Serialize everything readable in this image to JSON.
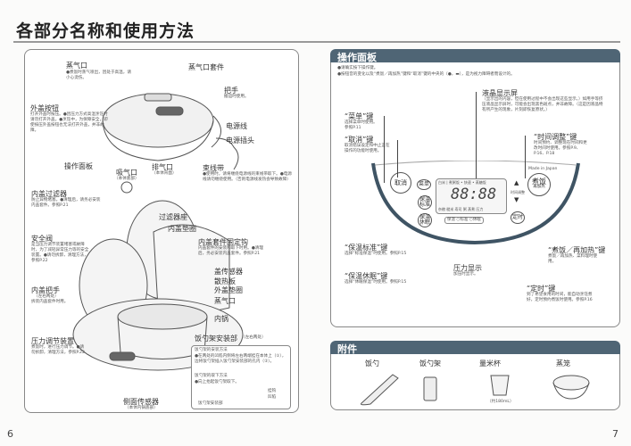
{
  "title": "各部分名称和使用方法",
  "page_left": "6",
  "page_right": "7",
  "left": {
    "steam_vent": {
      "label": "蒸气口",
      "note": "●煮饭时蒸气喷出，因处于高温，请小心烫伤。"
    },
    "steam_vent_kit": "蒸气口套件",
    "handle": {
      "label": "把手",
      "note": "搬运时使用。"
    },
    "lid_button": {
      "label": "外盖按钮",
      "note": "打开外盖时按压。●因压力方式高温烹饪时请勿打开外盖。●烹饪中，为保障安全，即使按压外盖按钮也无法打开外盖，并非故障。"
    },
    "power_cord": "电源线",
    "power_plug": "电源插头",
    "control_panel": "操作面板",
    "air_intake": {
      "label": "吸气口",
      "sub": "（本体底部）"
    },
    "exhaust": {
      "label": "排气口",
      "sub": "（本体背面）"
    },
    "cord_tie": {
      "label": "束线带",
      "note": "●使用时，请将缠绕电源线的束线带取下。●电源线请勿缠绕使用。（否则电源线发热会导致故障）"
    },
    "lid_filter": {
      "label": "内盖过滤器",
      "note": "防止异物堵塞。●清理后，请务必安装内盖套件。参照P.21"
    },
    "filter_seat": "过滤器座",
    "lid_gasket": "内盖垫圈",
    "safety_valve": {
      "label": "安全阀",
      "note": "是当压力调节装置堵塞或故障时，为了减轻异常压力等的安全装置。●请勿拆卸，清理方法，参照P.22"
    },
    "lid_hook": {
      "label": "内盖套件固定钩",
      "note": "内盖套件的安装和取下时用。●清理后，务必安装内盖套件。参照P.21"
    },
    "lid_sensor": "盖传感器",
    "heat_plate": "散热板",
    "outer_gasket": "外盖垫圈",
    "steam_port": "蒸气口",
    "lid_grip": {
      "label": "内盖把手",
      "sub": "（左右两处）",
      "note": "拆装内盖套件时用。"
    },
    "inner_pot": "内锅",
    "pressure_regulator": {
      "label": "压力调节装置",
      "note": "煮饭时，进行压力调节。●请勿拆卸，清理方法，参照P.22"
    },
    "spatula_mount": {
      "label": "饭勺架安装部",
      "sub": "（左右两处）"
    },
    "inset": {
      "install_title": "饭勺架的安装方法",
      "install_note": "●在两处的凹陷内侧将左右两端挂在本体上（①），边将饭勺架插入饭勺架安装部的孔内（②）。",
      "remove_title": "饭勺架的取下方法",
      "remove_note": "●向上抬起饭勺架取下。",
      "hook": "挂钩",
      "dent": "凹陷",
      "mount": "饭勺架安装部"
    },
    "side_sensor": {
      "label": "侧面传感器",
      "sub": "（本体内锅底部）"
    }
  },
  "right": {
    "panel_header": "操作面板",
    "intro": [
      "●请确实按下操作键。",
      "●按钮音的变化以及“煮饭／再加热”键和“取消”键的中央的（●，▬），是为视力障碍者而设计的。"
    ],
    "lcd": {
      "label": "液晶显示屏",
      "note": "（显示出的内容，但在使用过程中不会出现这些显示。）如用手等挤压液晶显示屏时，可能会出现黑色斑点，并非故障。（这是因液晶特有所产生的现象，片刻即恢复原状。）"
    },
    "menu_key": {
      "label": "“菜单”键",
      "note": "选择菜单时使用。参照P.11"
    },
    "cancel_key": {
      "label": "“取消”键",
      "note": "取消错误设定和中止正在操作的功能时使用。"
    },
    "time_key": {
      "label": "“时间调整”键",
      "note": "时间预约、调整现在时间和更改时间时使用。参照P.9、P.16、P.18"
    },
    "keep_std_key": {
      "label": "“保温标准”键",
      "note": "选择“标准保温”时使用。参照P.15"
    },
    "keep_sleep_key": {
      "label": "“保温休眠”键",
      "note": "选择“休眠保温”时使用。参照P.15"
    },
    "pressure_display": {
      "label": "压力显示",
      "note": "加压时显示。"
    },
    "cook_key": {
      "label": "“煮饭／再加热”键",
      "note": "煮饭／再加热、菜料理时使用。"
    },
    "timer_key": {
      "label": "“定时”键",
      "note": "到了希望食用的时间，能自动烹饪煮好，定时预约煮饭时使用。参照P.16"
    },
    "panel": {
      "cancel": "取消",
      "menu": "菜单",
      "keep_std": "保温标准",
      "keep_sleep": "保温休眠",
      "lcd_top": "白米 | 煮粥饭 • 快速 • 蒸糖饭",
      "digits": "88:88",
      "lcd_bottom": "杂粮 糙米 寿司 粥 蒸煮 压力",
      "timer": "定时",
      "time_adj": "时间调整",
      "cook": "煮饭",
      "reheat": "再加热",
      "made_in": "Made in Japan",
      "keep_row": "保温 ○标准 ○休眠"
    },
    "accessories_header": "附件",
    "accessories": [
      {
        "name": "饭勺"
      },
      {
        "name": "饭勺架"
      },
      {
        "name": "量米杯",
        "note": "（约180mL）"
      },
      {
        "name": "蒸笼"
      }
    ]
  }
}
